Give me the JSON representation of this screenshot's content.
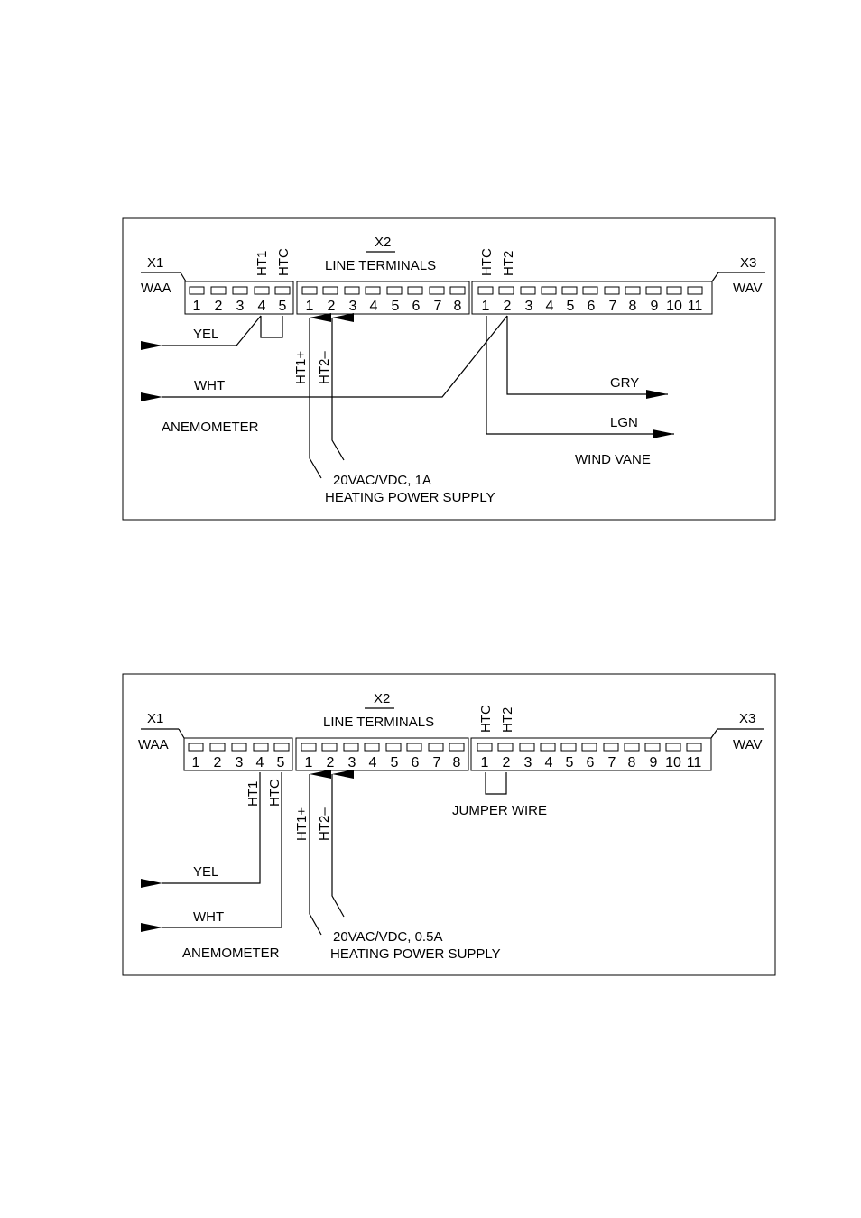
{
  "diagrams": [
    {
      "x1": {
        "name": "X1",
        "sub": "WAA",
        "pins": [
          "1",
          "2",
          "3",
          "4",
          "5"
        ],
        "pin_labels": [
          "HT1",
          "HTC"
        ]
      },
      "x2": {
        "name": "X2",
        "title": "LINE TERMINALS",
        "pins": [
          "1",
          "2",
          "3",
          "4",
          "5",
          "6",
          "7",
          "8"
        ],
        "pin_labels": [
          "HT1+",
          "HT2–"
        ]
      },
      "x3": {
        "name": "X3",
        "sub": "WAV",
        "pins": [
          "1",
          "2",
          "3",
          "4",
          "5",
          "6",
          "7",
          "8",
          "9",
          "10",
          "11"
        ],
        "pin_labels": [
          "HTC",
          "HT2"
        ]
      },
      "wires": {
        "yel": "YEL",
        "wht": "WHT",
        "gry": "GRY",
        "lgn": "LGN"
      },
      "device_left": "ANEMOMETER",
      "device_right": "WIND VANE",
      "supply": {
        "line1": "20VAC/VDC, 1A",
        "line2": "HEATING POWER SUPPLY"
      }
    },
    {
      "x1": {
        "name": "X1",
        "sub": "WAA",
        "pins": [
          "1",
          "2",
          "3",
          "4",
          "5"
        ],
        "pin_labels": [
          "HT1",
          "HTC"
        ]
      },
      "x2": {
        "name": "X2",
        "title": "LINE TERMINALS",
        "pins": [
          "1",
          "2",
          "3",
          "4",
          "5",
          "6",
          "7",
          "8"
        ],
        "pin_labels": [
          "HT1+",
          "HT2–"
        ]
      },
      "x3": {
        "name": "X3",
        "sub": "WAV",
        "pins": [
          "1",
          "2",
          "3",
          "4",
          "5",
          "6",
          "7",
          "8",
          "9",
          "10",
          "11"
        ],
        "pin_labels": [
          "HTC",
          "HT2"
        ]
      },
      "wires": {
        "yel": "YEL",
        "wht": "WHT"
      },
      "jumper": "JUMPER WIRE",
      "device_left": "ANEMOMETER",
      "supply": {
        "line1": "20VAC/VDC, 0.5A",
        "line2": "HEATING POWER SUPPLY"
      }
    }
  ]
}
